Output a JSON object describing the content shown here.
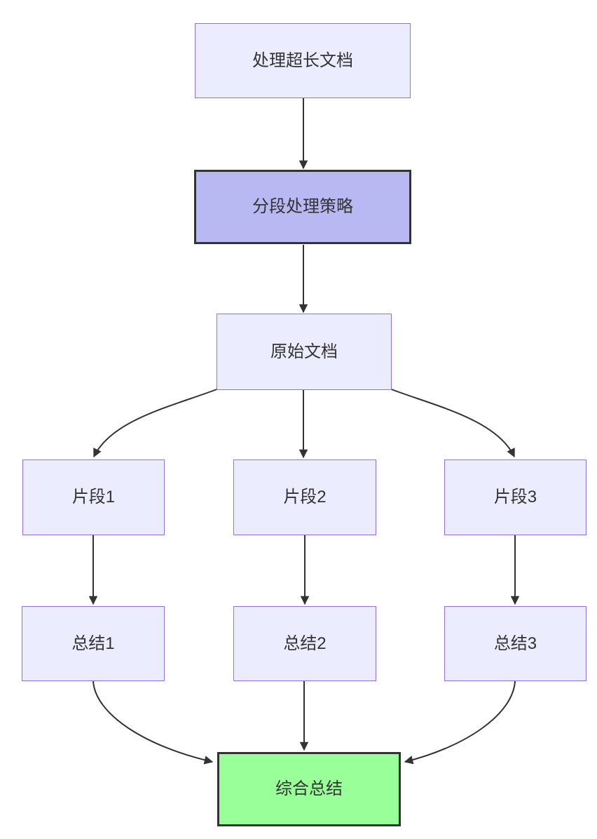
{
  "diagram": {
    "type": "flowchart",
    "direction": "top-down",
    "colors": {
      "background": "#ffffff",
      "default_node_fill": "#ececff",
      "default_node_border": "#9370db",
      "strategy_node_fill": "#b8b8f2",
      "strategy_node_border": "#333333",
      "final_node_fill": "#99ff99",
      "final_node_border": "#333333",
      "edge_color": "#333333",
      "text_color": "#333333"
    },
    "nodes": {
      "doc": {
        "label": "处理超长文档",
        "style": "default"
      },
      "strategy": {
        "label": "分段处理策略",
        "style": "strategy-highlight"
      },
      "original": {
        "label": "原始文档",
        "style": "default"
      },
      "chunk1": {
        "label": "片段1",
        "style": "default"
      },
      "chunk2": {
        "label": "片段2",
        "style": "default"
      },
      "chunk3": {
        "label": "片段3",
        "style": "default"
      },
      "summary1": {
        "label": "总结1",
        "style": "default"
      },
      "summary2": {
        "label": "总结2",
        "style": "default"
      },
      "summary3": {
        "label": "总结3",
        "style": "default"
      },
      "final": {
        "label": "综合总结",
        "style": "final-highlight"
      }
    },
    "edges": [
      {
        "from": "doc",
        "to": "strategy"
      },
      {
        "from": "strategy",
        "to": "original"
      },
      {
        "from": "original",
        "to": "chunk1"
      },
      {
        "from": "original",
        "to": "chunk2"
      },
      {
        "from": "original",
        "to": "chunk3"
      },
      {
        "from": "chunk1",
        "to": "summary1"
      },
      {
        "from": "chunk2",
        "to": "summary2"
      },
      {
        "from": "chunk3",
        "to": "summary3"
      },
      {
        "from": "summary1",
        "to": "final"
      },
      {
        "from": "summary2",
        "to": "final"
      },
      {
        "from": "summary3",
        "to": "final"
      }
    ]
  }
}
